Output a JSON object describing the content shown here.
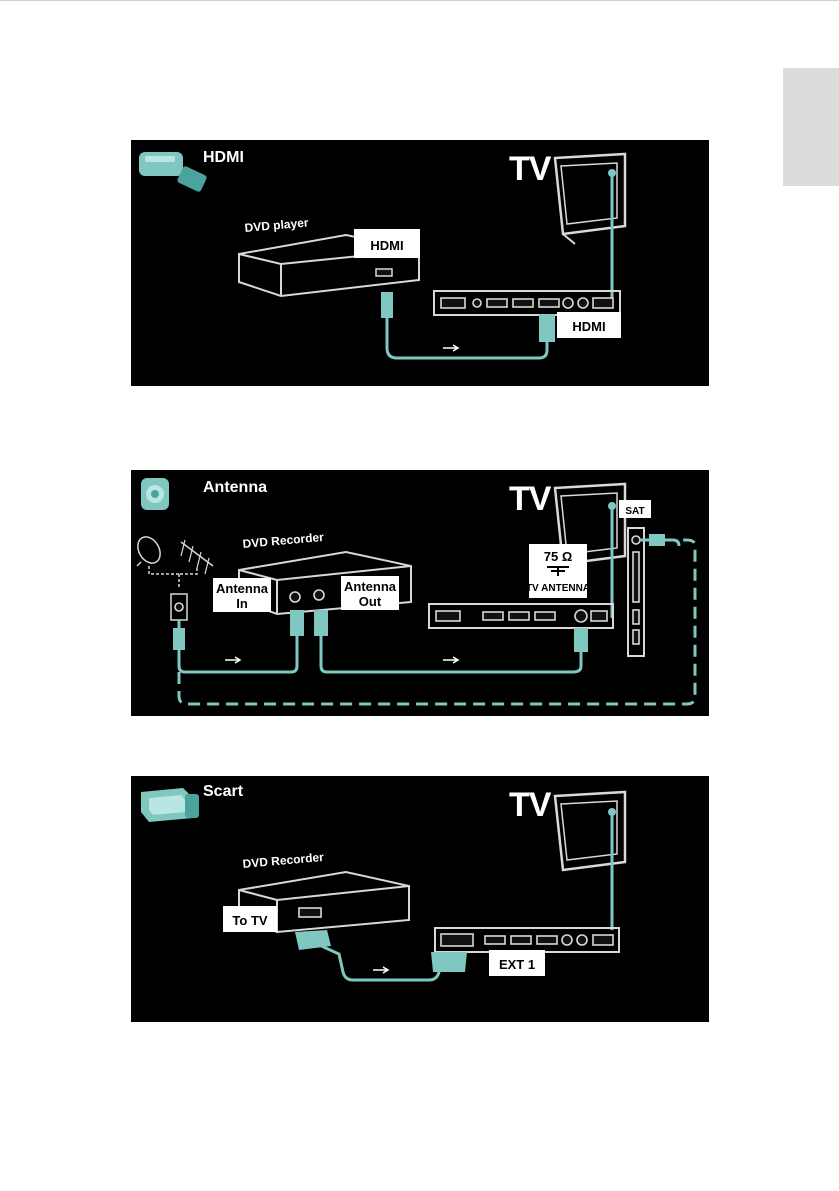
{
  "panels": {
    "hdmi": {
      "title": "HDMI",
      "tv": "TV",
      "device": "DVD player",
      "device_label": "HDMI",
      "tv_label": "HDMI",
      "icon": "hdmi-plug-icon"
    },
    "antenna": {
      "title": "Antenna",
      "tv": "TV",
      "device": "DVD Recorder",
      "antenna_in_1": "Antenna",
      "antenna_in_2": "In",
      "antenna_out_1": "Antenna",
      "antenna_out_2": "Out",
      "ohm": "75 Ω",
      "tv_antenna": "TV ANTENNA",
      "sat": "SAT",
      "icon": "antenna-plug-icon"
    },
    "scart": {
      "title": "Scart",
      "tv": "TV",
      "device": "DVD Recorder",
      "to_tv": "To TV",
      "ext": "EXT 1",
      "icon": "scart-plug-icon"
    }
  },
  "colors": {
    "panel_bg": "#000000",
    "cable": "#7ec8c2",
    "device_outline": "#d8d8d8",
    "side_tab": "#dcdcdc"
  }
}
